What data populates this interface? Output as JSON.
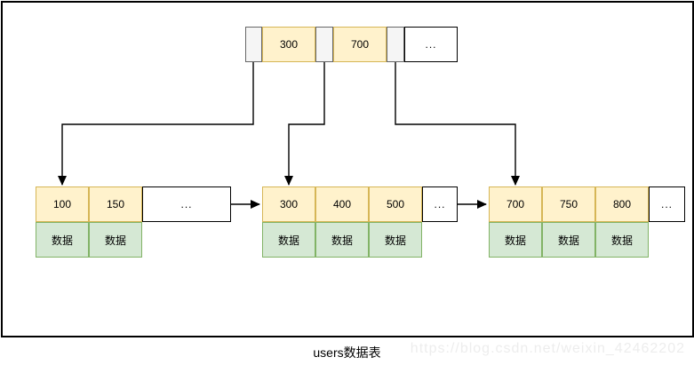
{
  "diagram": {
    "type": "bplus-tree-index",
    "root": {
      "keys": [
        "300",
        "700"
      ],
      "more": "..."
    },
    "leaves": [
      {
        "keys": [
          "100",
          "150"
        ],
        "more": "...",
        "data": [
          "数据",
          "数据"
        ]
      },
      {
        "keys": [
          "300",
          "400",
          "500"
        ],
        "more": "...",
        "data": [
          "数据",
          "数据",
          "数据"
        ]
      },
      {
        "keys": [
          "700",
          "750",
          "800"
        ],
        "more": "...",
        "data": [
          "数据",
          "数据",
          "数据"
        ]
      }
    ],
    "caption": "users数据表",
    "watermark": "https://blog.csdn.net/weixin_42462202",
    "colors": {
      "key_fill": "#FFF2CC",
      "key_border": "#D6B656",
      "data_fill": "#D5E8D4",
      "data_border": "#82B366",
      "pointer_fill": "#F5F5F5",
      "pointer_border": "#666666",
      "more_fill": "#FFFFFF",
      "more_border": "#000000",
      "arrow": "#000000",
      "frame_border": "#000000"
    }
  }
}
